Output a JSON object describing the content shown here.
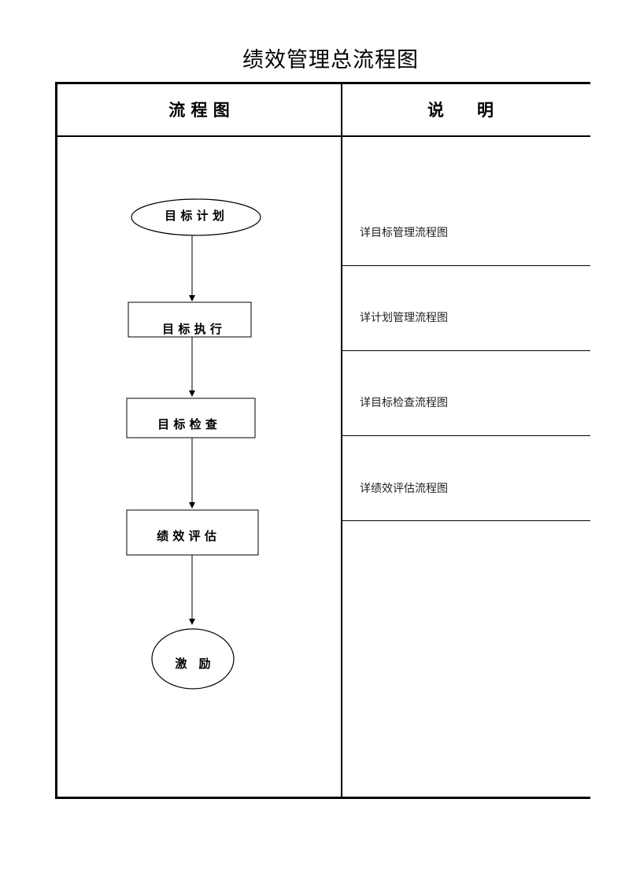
{
  "title": "绩效管理总流程图",
  "table": {
    "col_flow_header": "流 程 图",
    "col_desc_header": "说　　明"
  },
  "flow": {
    "nodes": [
      {
        "id": "plan",
        "label": "目 标 计 划",
        "shape": "ellipse"
      },
      {
        "id": "execute",
        "label": "目 标 执 行",
        "shape": "rect"
      },
      {
        "id": "check",
        "label": "目 标 检 查",
        "shape": "rect"
      },
      {
        "id": "evaluate",
        "label": "绩 效 评 估",
        "shape": "rect"
      },
      {
        "id": "incentive",
        "label": "激　励",
        "shape": "ellipse"
      }
    ]
  },
  "descriptions": [
    "详目标管理流程图",
    "详计划管理流程图",
    "详目标检查流程图",
    "详绩效评估流程图"
  ]
}
